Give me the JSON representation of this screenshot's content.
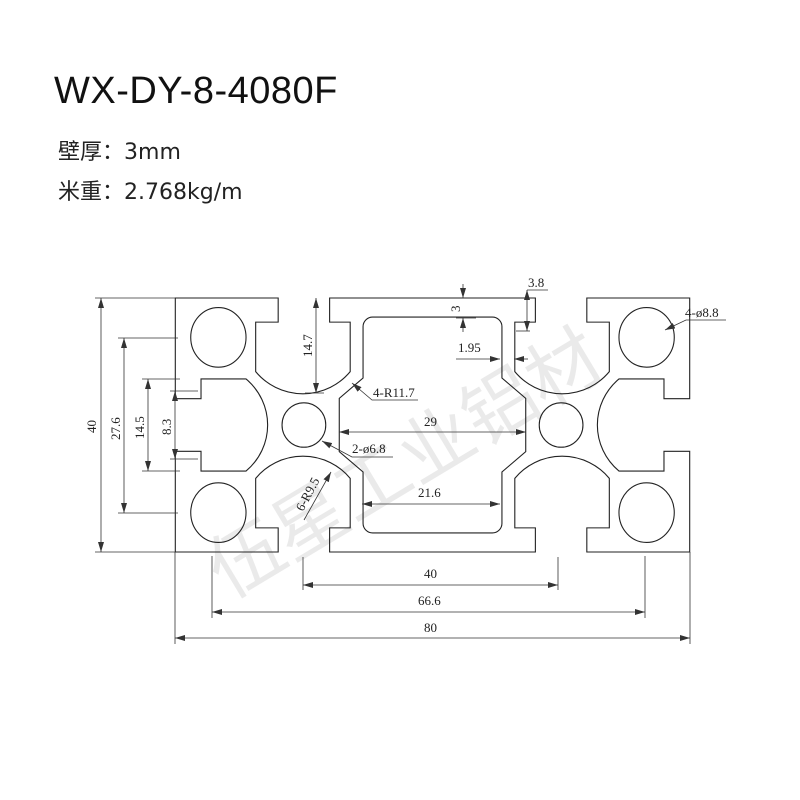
{
  "title": "WX-DY-8-4080F",
  "specs": {
    "wall_label": "壁厚：",
    "wall_value": "3mm",
    "weight_label": "米重：",
    "weight_value": "2.768kg/m"
  },
  "watermark": "伍星工业铝材",
  "dimensions": {
    "height_total": "40",
    "hole_spacing_v": "27.6",
    "slot_inner": "14.5",
    "slot_opening": "8.3",
    "slot_depth": "14.7",
    "wall": "3",
    "lip": "3.8",
    "web": "1.95",
    "cavity_radius": "4-R11.7",
    "cavity_width_mid": "29",
    "center_holes": "2-ø6.8",
    "cavity_width": "21.6",
    "slot_radius": "6-R9.5",
    "corner_holes": "4-ø8.8",
    "slot_spacing": "40",
    "hole_spacing_h": "66.6",
    "width_total": "80"
  }
}
